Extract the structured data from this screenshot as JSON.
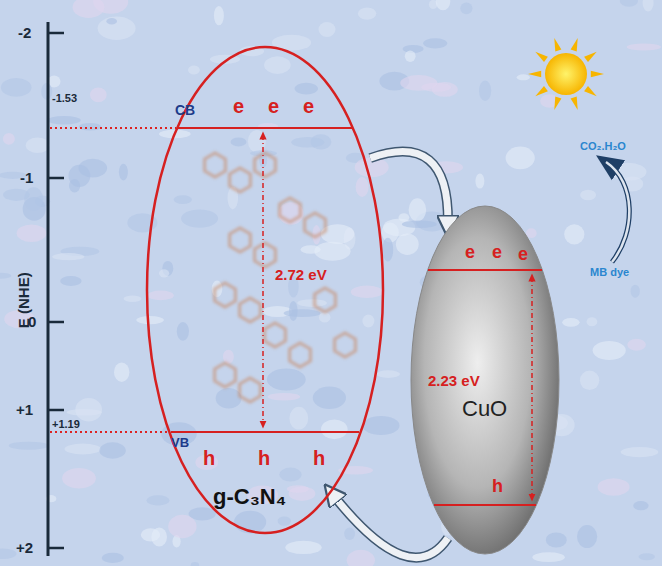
{
  "diagram": {
    "nodes": [
      {
        "text": [
          "CB",
          "e",
          "e",
          "e",
          "2.72 eV",
          "VB",
          "h",
          "h",
          "h",
          "g-C₃N₄"
        ]
      },
      {
        "text": [
          "e",
          "e",
          "e",
          "2.23 eV",
          "CuO",
          "h"
        ]
      }
    ],
    "edges": [
      {
        "from": 0,
        "to": 1,
        "arrow": "to"
      },
      {
        "from": 1,
        "to": 0,
        "arrow": "to"
      }
    ],
    "labels": [
      "E (NHE)",
      "-2",
      "-1",
      "0",
      "+1",
      "+2",
      "-1.53",
      "+1.19",
      "CO₂.H₂O",
      "MB dye"
    ]
  }
}
